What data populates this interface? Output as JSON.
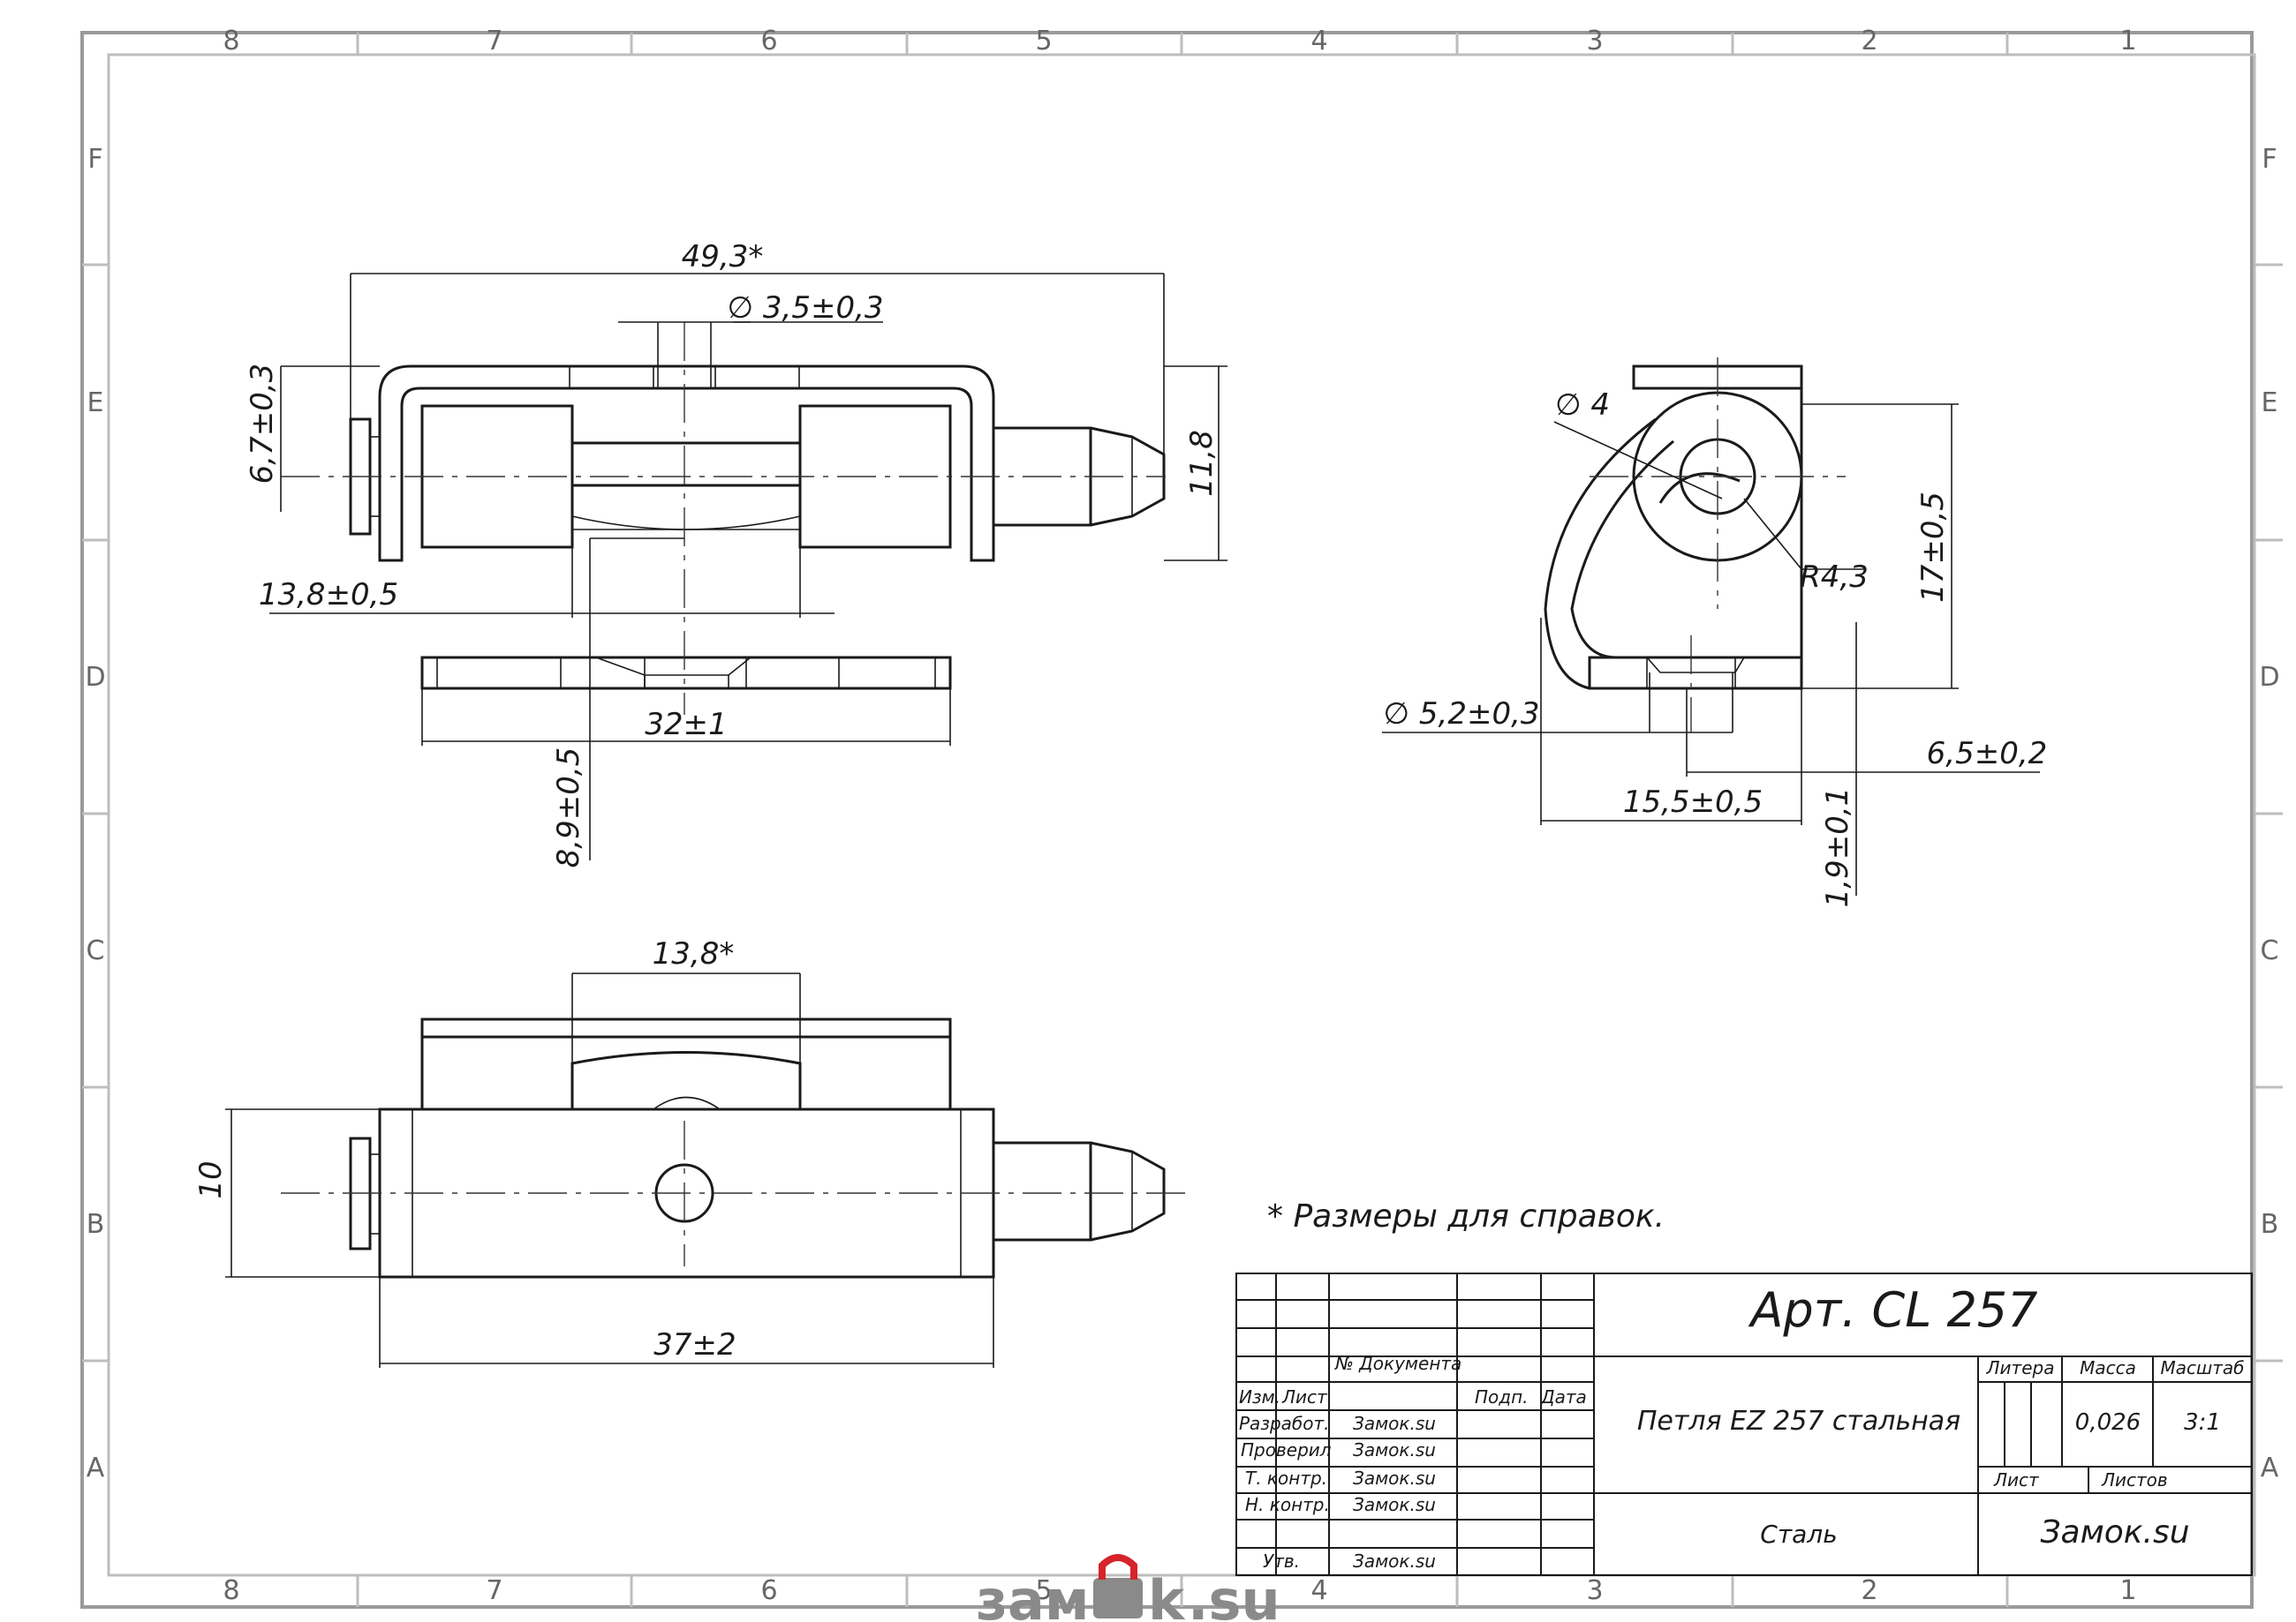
{
  "zones": {
    "columns": [
      "8",
      "7",
      "6",
      "5",
      "4",
      "3",
      "2",
      "1"
    ],
    "rows": [
      "F",
      "E",
      "D",
      "C",
      "B",
      "A"
    ]
  },
  "dimensions": {
    "front_overall": "49,3*",
    "hole_diameter": "∅ 3,5±0,3",
    "pin_height": "6,7±0,3",
    "height_right": "11,8",
    "knuckle_gap": "13,8±0,5",
    "body_width": "32±1",
    "offset_vertical": "8,9±0,5",
    "side_pin": "∅ 4",
    "side_radius": "R4,3",
    "side_height": "17±0,5",
    "side_hole": "∅ 5,2±0,3",
    "side_offset": "6,5±0,2",
    "side_width": "15,5±0,5",
    "side_thickness": "1,9±0,1",
    "top_gap": "13,8*",
    "top_height": "10",
    "top_length": "37±2"
  },
  "note": "* Размеры для справок.",
  "title_block": {
    "article": "Арт. CL 257",
    "doc_label": "№ Документа",
    "izm": "Изм.",
    "list_col": "Лист",
    "podp": "Подп.",
    "date": "Дата",
    "roles": [
      "Разработ.",
      "Проверил",
      "Т. контр.",
      "Н. контр.",
      "",
      "Утв."
    ],
    "names": [
      "Замок.su",
      "Замок.su",
      "Замок.su",
      "Замок.su",
      "",
      "Замок.su"
    ],
    "product_name": "Петля EZ 257 стальная",
    "litera_label": "Литера",
    "mass_label": "Масса",
    "scale_label": "Масштаб",
    "mass_value": "0,026",
    "scale_value": "3:1",
    "sheet_label": "Лист",
    "sheets_label": "Листов",
    "material": "Сталь",
    "company": "Замок.su"
  },
  "watermark": {
    "part1": "зам",
    "part2": "k",
    "part3": ".su",
    "accent_color": "#d6242a"
  }
}
